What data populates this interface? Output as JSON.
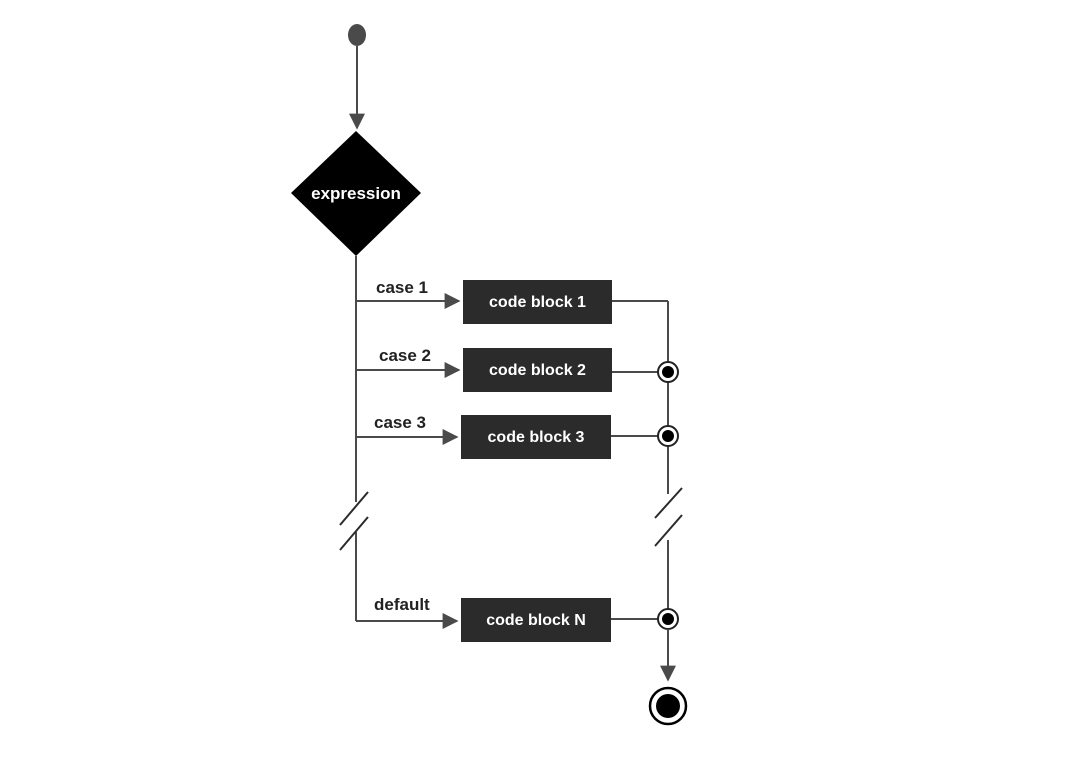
{
  "diagram": {
    "decision": {
      "label": "expression"
    },
    "branches": [
      {
        "case_label": "case 1",
        "block_label": "code block 1",
        "merge_junction": false
      },
      {
        "case_label": "case 2",
        "block_label": "code block 2",
        "merge_junction": true
      },
      {
        "case_label": "case 3",
        "block_label": "code block 3",
        "merge_junction": true
      },
      {
        "case_label": "default",
        "block_label": "code block N",
        "merge_junction": true
      }
    ],
    "colors": {
      "node_fill": "#000000",
      "block_fill": "#2b2b2b",
      "edge": "#4a4a4a",
      "start_node": "#4a4a4a",
      "text_on_dark": "#ffffff",
      "label_text": "#222222"
    }
  }
}
